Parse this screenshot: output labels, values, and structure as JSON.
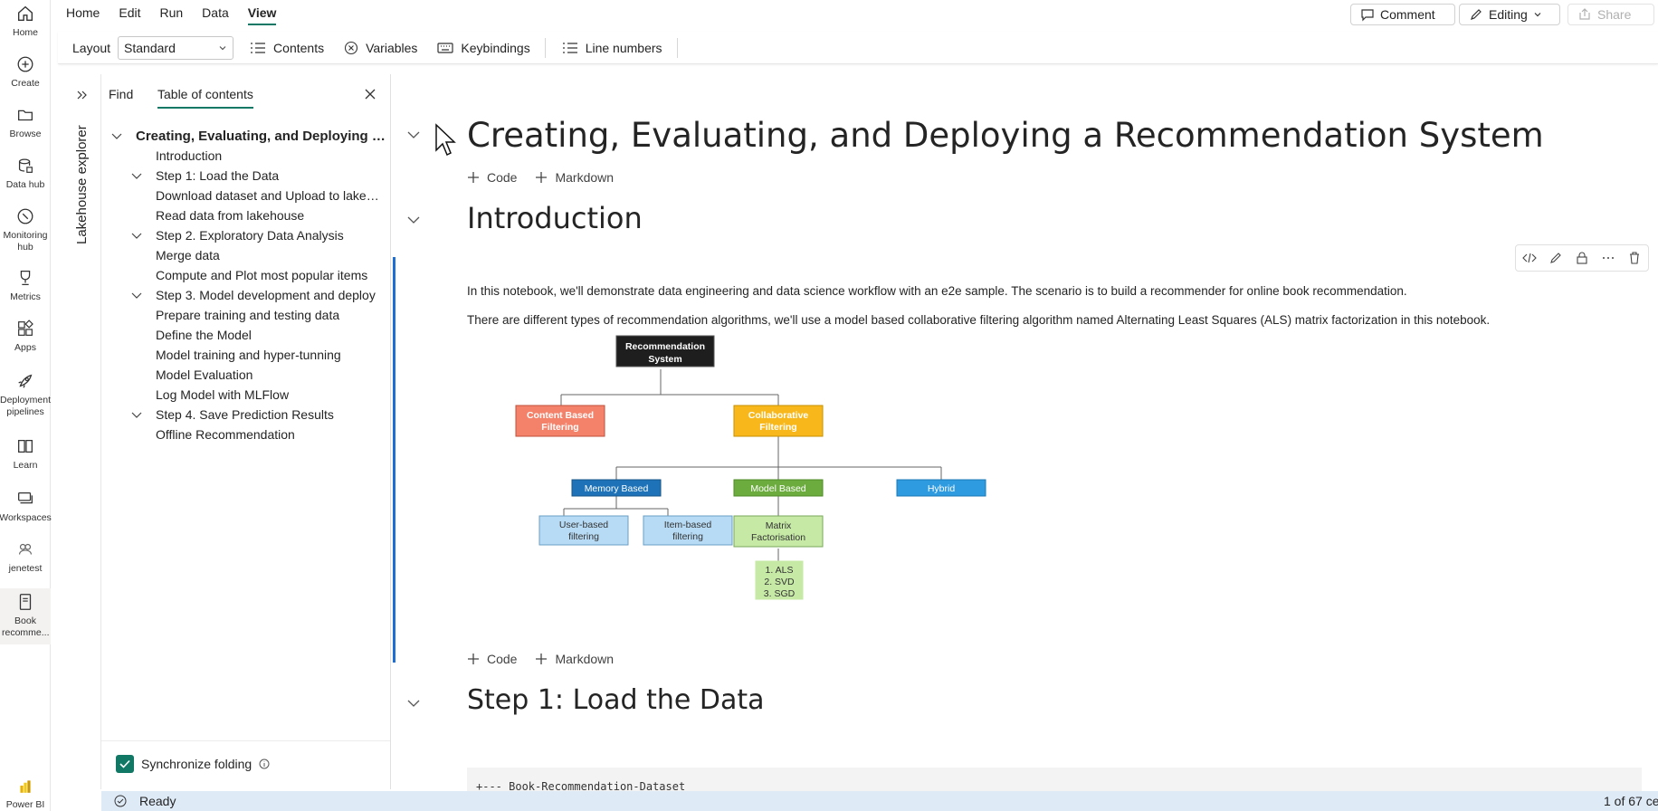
{
  "rail": {
    "items": [
      {
        "label": "Home",
        "icon": "home-icon"
      },
      {
        "label": "Create",
        "icon": "plus-circle-icon"
      },
      {
        "label": "Browse",
        "icon": "folder-icon"
      },
      {
        "label": "Data hub",
        "icon": "database-icon"
      },
      {
        "label": "Monitoring hub",
        "icon": "monitor-icon"
      },
      {
        "label": "Metrics",
        "icon": "trophy-icon"
      },
      {
        "label": "Apps",
        "icon": "apps-icon"
      },
      {
        "label": "Deployment pipelines",
        "icon": "rocket-icon"
      },
      {
        "label": "Learn",
        "icon": "book-icon"
      },
      {
        "label": "Workspaces",
        "icon": "workspaces-icon"
      },
      {
        "label": "jenetest",
        "icon": "workspace-icon"
      },
      {
        "label": "Book recomme...",
        "icon": "notebook-icon"
      },
      {
        "label": "Power BI",
        "icon": "powerbi-icon"
      }
    ]
  },
  "menu": {
    "items": [
      "Home",
      "Edit",
      "Run",
      "Data",
      "View"
    ],
    "active": "View",
    "comment_label": "Comment",
    "editing_label": "Editing",
    "share_label": "Share"
  },
  "ribbon": {
    "layout_label": "Layout",
    "layout_value": "Standard",
    "contents_label": "Contents",
    "variables_label": "Variables",
    "keybindings_label": "Keybindings",
    "line_numbers_label": "Line numbers"
  },
  "lakehouse": {
    "label": "Lakehouse explorer"
  },
  "toc": {
    "find_tab": "Find",
    "toc_tab": "Table of contents",
    "items": [
      {
        "text": "Creating, Evaluating, and Deploying a Recommendation System",
        "level": 0,
        "expandable": true
      },
      {
        "text": "Introduction",
        "level": 1,
        "expandable": false
      },
      {
        "text": "Step 1: Load the Data",
        "level": 1,
        "expandable": true
      },
      {
        "text": "Download dataset and Upload to lakehouse",
        "level": 2,
        "expandable": false
      },
      {
        "text": "Read data from lakehouse",
        "level": 2,
        "expandable": false
      },
      {
        "text": "Step 2. Exploratory Data Analysis",
        "level": 1,
        "expandable": true
      },
      {
        "text": "Merge data",
        "level": 2,
        "expandable": false
      },
      {
        "text": "Compute and Plot most popular items",
        "level": 2,
        "expandable": false
      },
      {
        "text": "Step 3. Model development and deploy",
        "level": 1,
        "expandable": true
      },
      {
        "text": "Prepare training and testing data",
        "level": 2,
        "expandable": false
      },
      {
        "text": "Define the Model",
        "level": 2,
        "expandable": false
      },
      {
        "text": "Model training and hyper-tunning",
        "level": 2,
        "expandable": false
      },
      {
        "text": "Model Evaluation",
        "level": 2,
        "expandable": false
      },
      {
        "text": "Log Model with MLFlow",
        "level": 2,
        "expandable": false
      },
      {
        "text": "Step 4. Save Prediction Results",
        "level": 1,
        "expandable": true
      },
      {
        "text": "Offline Recommendation",
        "level": 2,
        "expandable": false
      }
    ],
    "sync_label": "Synchronize folding",
    "sync_checked": true
  },
  "notebook": {
    "title": "Creating, Evaluating, and Deploying a Recommendation System",
    "add_code": "Code",
    "add_markdown": "Markdown",
    "intro_heading": "Introduction",
    "intro_p1": "In this notebook, we'll demonstrate data engineering and data science workflow with an e2e sample. The scenario is to build a recommender for online book recommendation.",
    "intro_p2": "There are different types of recommendation algorithms, we'll use a model based collaborative filtering algorithm named Alternating Least Squares (ALS) matrix factorization in this notebook.",
    "step1_heading": "Step 1: Load the Data",
    "code_line": "+--- Book-Recommendation-Dataset"
  },
  "diagram": {
    "root": [
      "Recommendation",
      "System"
    ],
    "content_based": [
      "Content Based",
      "Filtering"
    ],
    "collaborative": [
      "Collaborative",
      "Filtering"
    ],
    "memory_based": "Memory Based",
    "model_based": "Model Based",
    "hybrid": "Hybrid",
    "user_based": [
      "User-based",
      "filtering"
    ],
    "item_based": [
      "Item-based",
      "filtering"
    ],
    "matrix": [
      "Matrix",
      "Factorisation"
    ],
    "algos": [
      "1. ALS",
      "2. SVD",
      "3. SGD"
    ],
    "colors": {
      "root": "#1e1e1e",
      "content": "#f4826b",
      "collab": "#f8b81c",
      "memory": "#1e73b8",
      "model": "#6cac3f",
      "hybrid": "#2e9be0",
      "leaf_blue": "#b7dbf5",
      "leaf_green": "#c6e9a6"
    }
  },
  "status": {
    "text": "Ready",
    "cells": "1 of 67 ce"
  }
}
